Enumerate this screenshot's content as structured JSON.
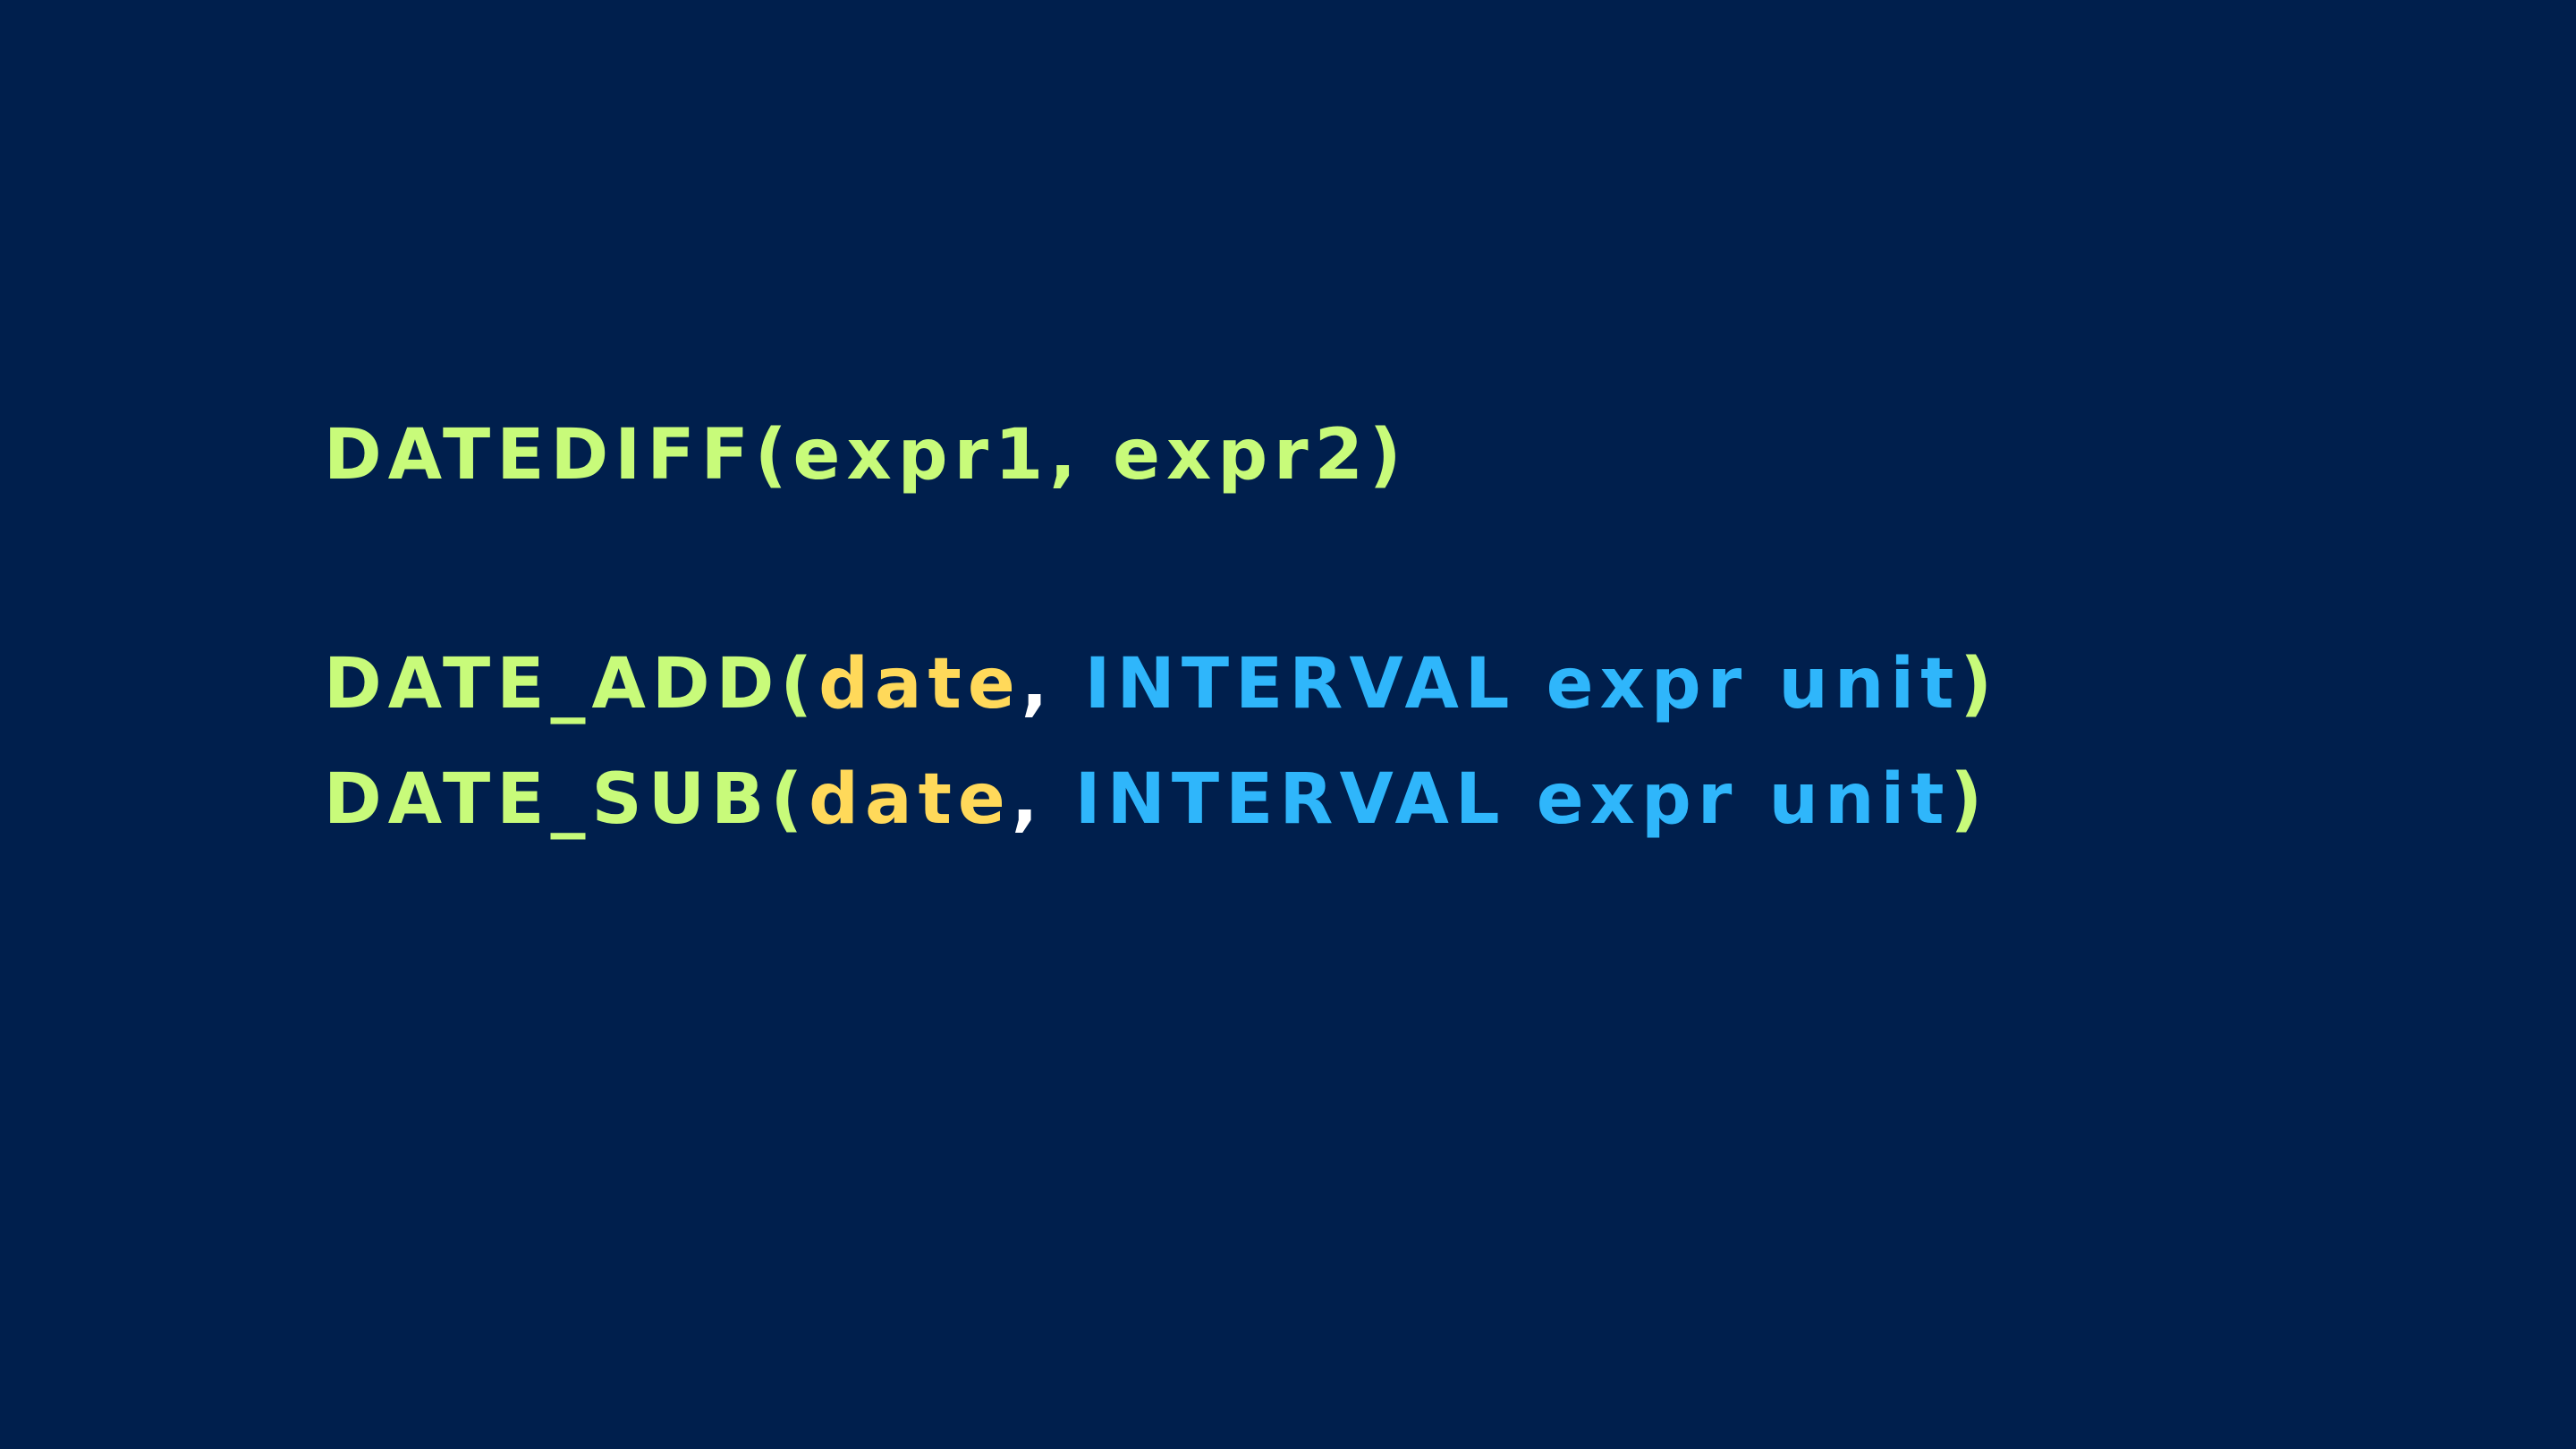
{
  "colors": {
    "background": "#001f4d",
    "function": "#c8fb7a",
    "argument": "#ffd95a",
    "keyword": "#2fb6fb"
  },
  "lines": [
    {
      "fn": "DATEDIFF",
      "open": "(",
      "args": "expr1, expr2",
      "close": ")"
    },
    {
      "fn": "DATE_ADD",
      "open": "(",
      "date": "date",
      "comma": ",",
      "interval": " INTERVAL expr unit",
      "close": ")"
    },
    {
      "fn": "DATE_SUB",
      "open": "(",
      "date": "date",
      "comma": ",",
      "interval": " INTERVAL expr unit",
      "close": ")"
    }
  ]
}
